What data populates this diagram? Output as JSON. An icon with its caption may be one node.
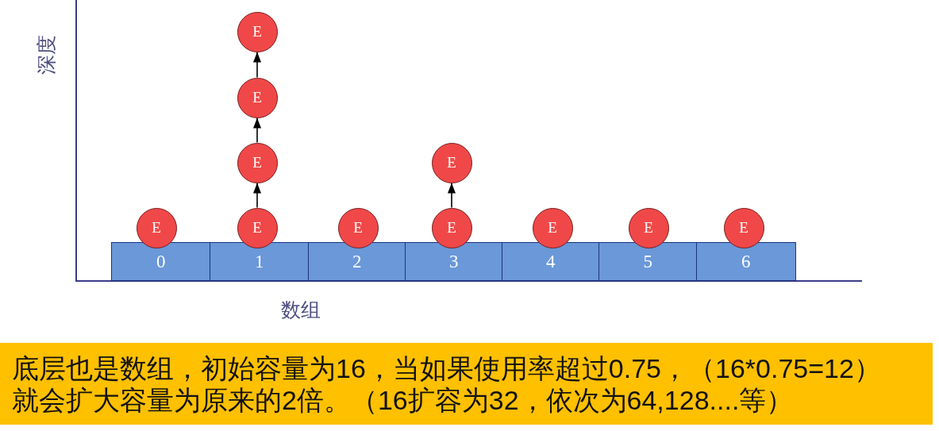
{
  "diagram": {
    "nodes": [
      {
        "text": [
          "E"
        ]
      },
      {
        "text": [
          "E"
        ]
      },
      {
        "text": [
          "E"
        ]
      },
      {
        "text": [
          "E"
        ]
      },
      {
        "text": [
          "E"
        ]
      },
      {
        "text": [
          "E"
        ]
      },
      {
        "text": [
          "E"
        ]
      },
      {
        "text": [
          "E"
        ]
      },
      {
        "text": [
          "E"
        ]
      },
      {
        "text": [
          "E"
        ]
      },
      {
        "text": [
          "E"
        ]
      },
      {
        "text": [
          "0"
        ]
      },
      {
        "text": [
          "1"
        ]
      },
      {
        "text": [
          "2"
        ]
      },
      {
        "text": [
          "3"
        ]
      },
      {
        "text": [
          "4"
        ]
      },
      {
        "text": [
          "5"
        ]
      },
      {
        "text": [
          "6"
        ]
      },
      {
        "text": [
          "底层也是数组，初始容量为16，当如果使用率超过0.75，（16*0.75=12）就会扩大容量为原来的2倍。（16扩容为32，依次为64,128....等）"
        ]
      }
    ],
    "edges": [
      {
        "from": 5,
        "to": 2,
        "arrow": "to"
      },
      {
        "from": 2,
        "to": 1,
        "arrow": "to"
      },
      {
        "from": 1,
        "to": 0,
        "arrow": "to"
      },
      {
        "from": 7,
        "to": 3,
        "arrow": "to"
      }
    ],
    "labels": [
      "深度",
      "数组"
    ]
  }
}
